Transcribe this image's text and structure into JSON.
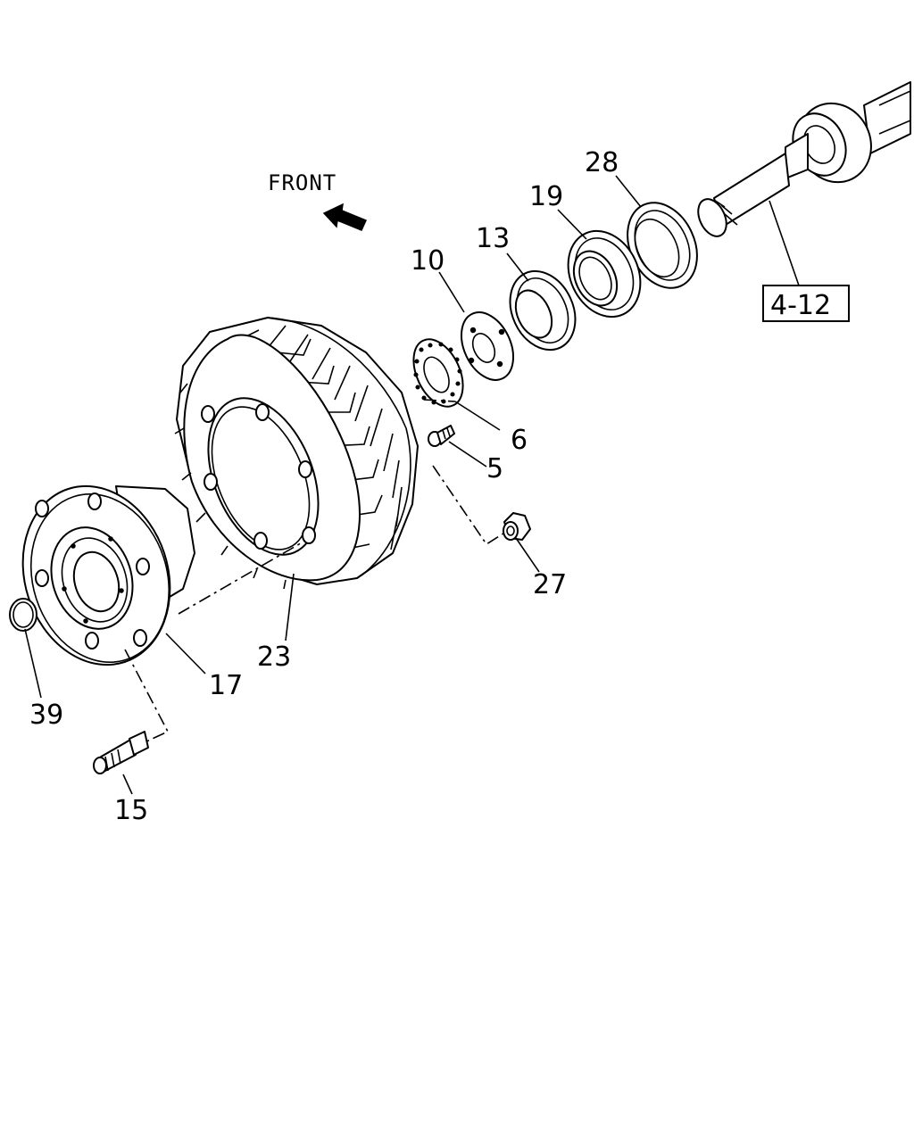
{
  "front_label": "FRONT",
  "reference_box": "4-12",
  "callouts": {
    "c28": "28",
    "c19": "19",
    "c13": "13",
    "c10": "10",
    "c6": "6",
    "c5": "5",
    "c27": "27",
    "c23": "23",
    "c17": "17",
    "c39": "39",
    "c15": "15"
  }
}
